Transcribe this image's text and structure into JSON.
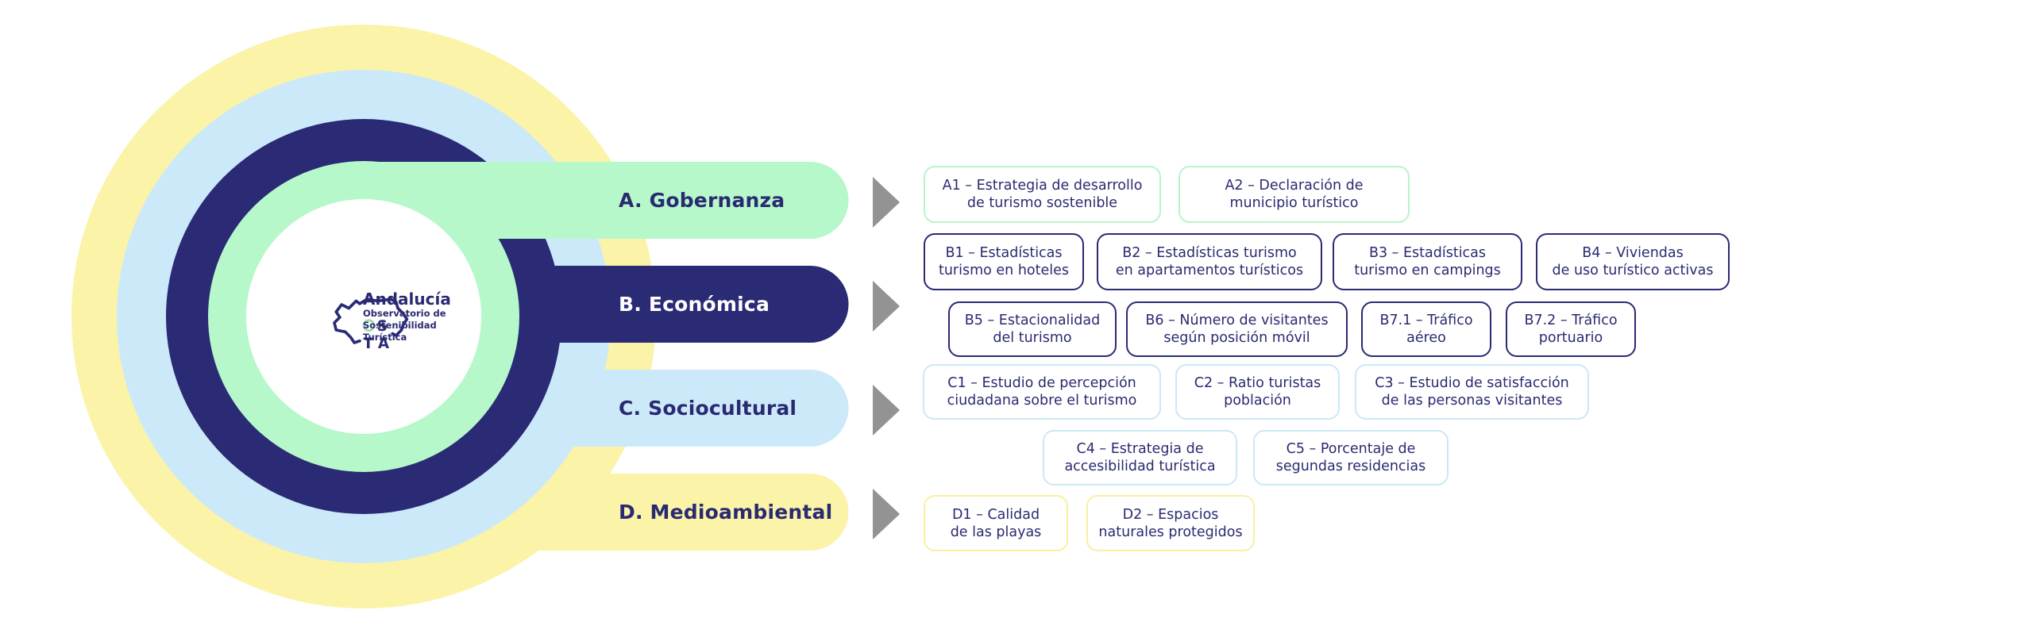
{
  "colors": {
    "yellow": "#faf3a8",
    "light_blue": "#cce9fa",
    "navy": "#2a2a75",
    "green": "#b6f8ca",
    "arrow_gray": "#939393",
    "text_navy": "#2a2a72",
    "logo_accent_green": "#9fdcb0"
  },
  "logo": {
    "title": "Andalucía",
    "subtitle_lines": [
      "Observatorio de",
      "Sostenibilidad",
      "Turística"
    ],
    "monogram": [
      "O",
      "S",
      "T",
      "A"
    ],
    "icon": "andalucia-map-outline-icon"
  },
  "categories": [
    {
      "id": "A",
      "label": "A. Gobernanza",
      "color": "green",
      "label_color": "#2a2a72",
      "indicators": [
        {
          "code": "A1",
          "lines": [
            "A1 – Estrategia de desarrollo",
            "de turismo sostenible"
          ]
        },
        {
          "code": "A2",
          "lines": [
            "A2 – Declaración de",
            "municipio turístico"
          ]
        }
      ]
    },
    {
      "id": "B",
      "label": "B. Económica",
      "color": "navy",
      "label_color": "#ffffff",
      "indicators": [
        {
          "code": "B1",
          "lines": [
            "B1 – Estadísticas",
            "turismo en hoteles"
          ]
        },
        {
          "code": "B2",
          "lines": [
            "B2 – Estadísticas turismo",
            "en apartamentos turísticos"
          ]
        },
        {
          "code": "B3",
          "lines": [
            "B3 – Estadísticas",
            "turismo en campings"
          ]
        },
        {
          "code": "B4",
          "lines": [
            "B4 – Viviendas",
            "de uso turístico activas"
          ]
        },
        {
          "code": "B5",
          "lines": [
            "B5 – Estacionalidad",
            "del turismo"
          ]
        },
        {
          "code": "B6",
          "lines": [
            "B6 – Número de visitantes",
            "según posición móvil"
          ]
        },
        {
          "code": "B7.1",
          "lines": [
            "B7.1 – Tráfico",
            "aéreo"
          ]
        },
        {
          "code": "B7.2",
          "lines": [
            "B7.2 – Tráfico",
            "portuario"
          ]
        }
      ]
    },
    {
      "id": "C",
      "label": "C. Sociocultural",
      "color": "light_blue",
      "label_color": "#2a2a72",
      "indicators": [
        {
          "code": "C1",
          "lines": [
            "C1 – Estudio de percepción",
            "ciudadana sobre el turismo"
          ]
        },
        {
          "code": "C2",
          "lines": [
            "C2 – Ratio turistas",
            "población"
          ]
        },
        {
          "code": "C3",
          "lines": [
            "C3 – Estudio de satisfacción",
            "de las personas visitantes"
          ]
        },
        {
          "code": "C4",
          "lines": [
            "C4 – Estrategia de",
            "accesibilidad turística"
          ]
        },
        {
          "code": "C5",
          "lines": [
            "C5 – Porcentaje de",
            "segundas residencias"
          ]
        }
      ]
    },
    {
      "id": "D",
      "label": "D. Medioambiental",
      "color": "yellow",
      "label_color": "#2a2a72",
      "indicators": [
        {
          "code": "D1",
          "lines": [
            "D1 – Calidad",
            "de las playas"
          ]
        },
        {
          "code": "D2",
          "lines": [
            "D2 – Espacios",
            "naturales protegidos"
          ]
        }
      ]
    }
  ],
  "icons": {
    "arrow": "play-triangle-right-icon"
  }
}
